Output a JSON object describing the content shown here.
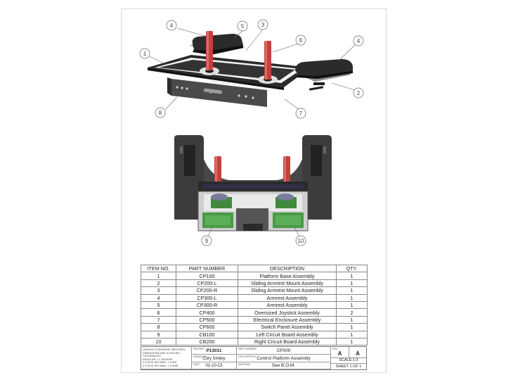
{
  "callouts": {
    "top": [
      "4",
      "5",
      "3",
      "6",
      "4",
      "1",
      "2",
      "8",
      "7"
    ],
    "bottom": [
      "9",
      "10"
    ]
  },
  "bom": {
    "headers": [
      "ITEM NO.",
      "PART NUMBER",
      "DESCRIPTION",
      "QTY."
    ],
    "rows": [
      [
        "1",
        "CP100",
        "Platform Base Assembly",
        "1"
      ],
      [
        "2",
        "CP200-L",
        "Sliding Armrest Mount Assembly",
        "1"
      ],
      [
        "3",
        "CP200-R",
        "Sliding Armrest Mount Assembly",
        "1"
      ],
      [
        "4",
        "CP300-L",
        "Armrest Assembly",
        "1"
      ],
      [
        "5",
        "CP300-R",
        "Armrest Assembly",
        "1"
      ],
      [
        "6",
        "CP400",
        "Oversized Joystick Assembly",
        "2"
      ],
      [
        "7",
        "CP500",
        "Electrical Enclosure Assembly",
        "1"
      ],
      [
        "8",
        "CP600",
        "Switch Panel Assembly",
        "1"
      ],
      [
        "9",
        "CB100",
        "Left Circuit Board Assembly",
        "1"
      ],
      [
        "10",
        "CB200",
        "Right Circuit Board Assembly",
        "1"
      ]
    ]
  },
  "title_block": {
    "tolerance_note": [
      "UNLESS OTHERWISE SPECIFIED:",
      "DIMENSIONS ARE IN INCHES",
      "TOLERANCES:",
      "ANGULAR: ± 1 DEGREE",
      "2 PLACE DECIMAL: ± 0.005",
      "3 PLACE DECIMAL: ± 0.0005"
    ],
    "project_label": "PROJECT",
    "project": "P13011",
    "drawn_label": "DRAWN BY",
    "drawn_by": "Cory Smiley",
    "date_label": "DATE",
    "date": "02-10-13",
    "part_no_label": "PART NUMBER",
    "part_no": "CP000",
    "desc_label": "DESCRIPTION",
    "description": "Control Platform Assembly",
    "material_label": "MATERIAL",
    "material": "See B.O.M.",
    "rev_label": "REV",
    "rev": "A",
    "size": "A",
    "scale": "SCALE:1:3",
    "sheet": "SHEET 1 OF 1"
  },
  "colors": {
    "red_handle": "#c3403d",
    "green_board": "#3f8a3c",
    "dark_body": "#3c3c3c"
  }
}
